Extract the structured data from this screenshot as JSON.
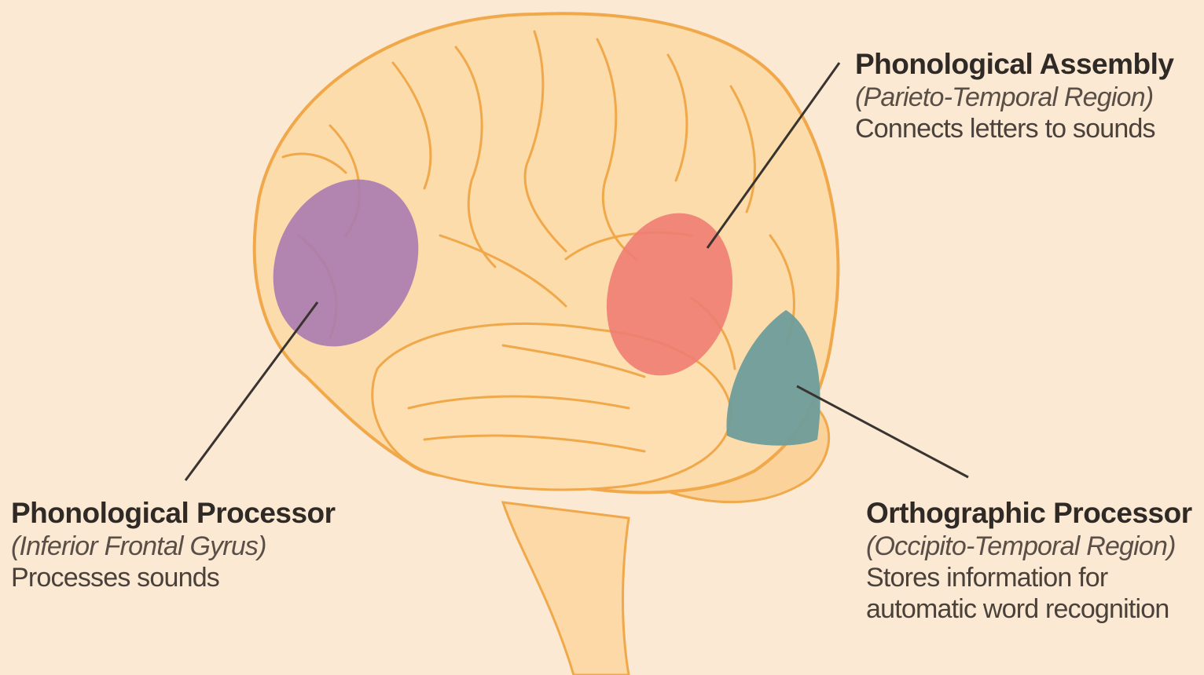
{
  "labels": {
    "phonological_assembly": {
      "title": "Phonological Assembly",
      "region": "(Parieto-Temporal Region)",
      "description": "Connects letters to sounds"
    },
    "phonological_processor": {
      "title": "Phonological Processor",
      "region": "(Inferior Frontal Gyrus)",
      "description": "Processes sounds"
    },
    "orthographic_processor": {
      "title": "Orthographic Processor",
      "region": "(Occipito-Temporal Region)",
      "description_line1": "Stores information for",
      "description_line2": "automatic word recognition"
    }
  },
  "colors": {
    "background": "#fbe9d4",
    "brain_fill": "#fcd9a6",
    "brain_outline": "#f0a84a",
    "phonological_processor_region": "#a97bb0",
    "phonological_assembly_region": "#ee7d72",
    "orthographic_processor_region": "#6f9c9a",
    "leader_line": "#3a3430"
  }
}
